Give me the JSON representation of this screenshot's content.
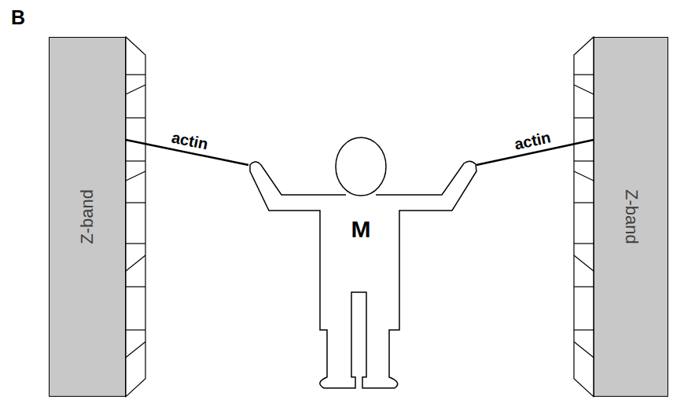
{
  "diagram": {
    "nodes": [
      {
        "text": [
          "Z-band"
        ]
      },
      {
        "text": [
          "M"
        ]
      },
      {
        "text": [
          "Z-band"
        ]
      }
    ],
    "edges": [
      {
        "from": 0,
        "to": 1,
        "arrow": "none",
        "label": "actin"
      },
      {
        "from": 1,
        "to": 2,
        "arrow": "none",
        "label": "actin"
      }
    ],
    "labels": [
      "B"
    ]
  }
}
